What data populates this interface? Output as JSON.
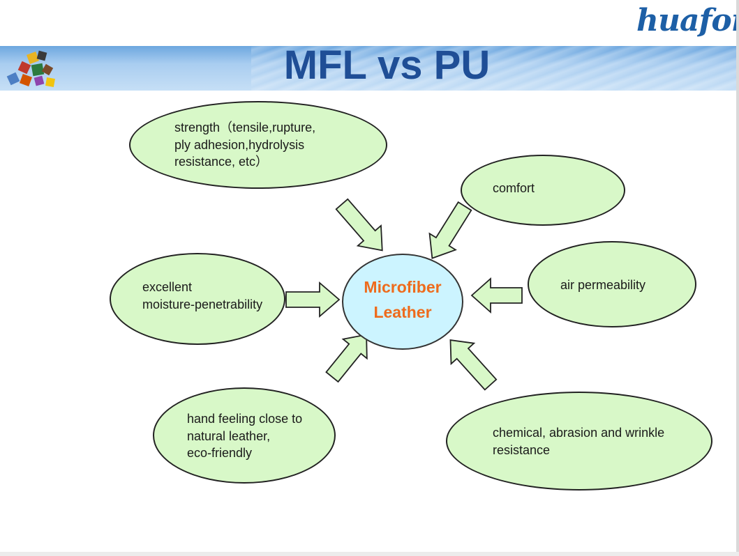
{
  "header": {
    "logo_text": "huafon",
    "title": "MFL vs PU"
  },
  "diagram": {
    "center_label": "Microfiber\nLeather",
    "nodes": [
      {
        "id": "strength",
        "text": "strength（tensile,rupture,\nply adhesion,hydrolysis\nresistance, etc）"
      },
      {
        "id": "comfort",
        "text": "comfort"
      },
      {
        "id": "moisture",
        "text": "excellent\nmoisture-penetrability"
      },
      {
        "id": "air",
        "text": "air permeability"
      },
      {
        "id": "hand",
        "text": "hand feeling close to\nnatural leather,\neco-friendly"
      },
      {
        "id": "chemical",
        "text": "chemical, abrasion and wrinkle\nresistance"
      }
    ]
  },
  "colors": {
    "node_fill": "#d8f8c8",
    "center_fill": "#ccf4ff",
    "center_text": "#ee6b1c",
    "title_text": "#1f4e96",
    "arrow_fill": "#d8f8c8"
  }
}
